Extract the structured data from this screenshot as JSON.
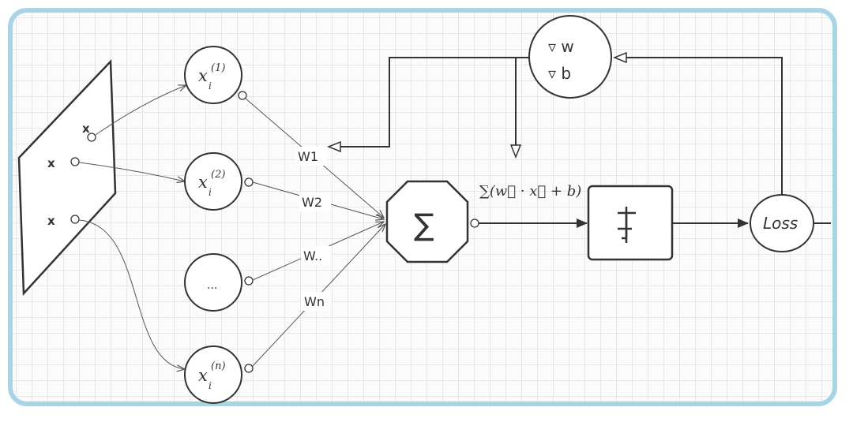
{
  "input_block": {
    "inputs": [
      "x",
      "x",
      "x"
    ]
  },
  "neurons": {
    "symbol": "x",
    "subscript": "i",
    "superscripts": [
      "(1)",
      "(2)",
      "(n)"
    ],
    "ellipsis": "..."
  },
  "weights": [
    "W1",
    "W2",
    "W..",
    "Wn"
  ],
  "sum_node": {
    "symbol": "∑"
  },
  "sum_expression": "∑(w⃗ · x⃗ + b)",
  "activation": {
    "symbol": "step-function-icon"
  },
  "loss_node": {
    "label": "Loss"
  },
  "gradient_node": {
    "lines": [
      "▿ w",
      "▿ b"
    ]
  },
  "colors": {
    "border": "#a9d4e6",
    "stroke": "#333333",
    "grid": "#e6e6e6"
  }
}
